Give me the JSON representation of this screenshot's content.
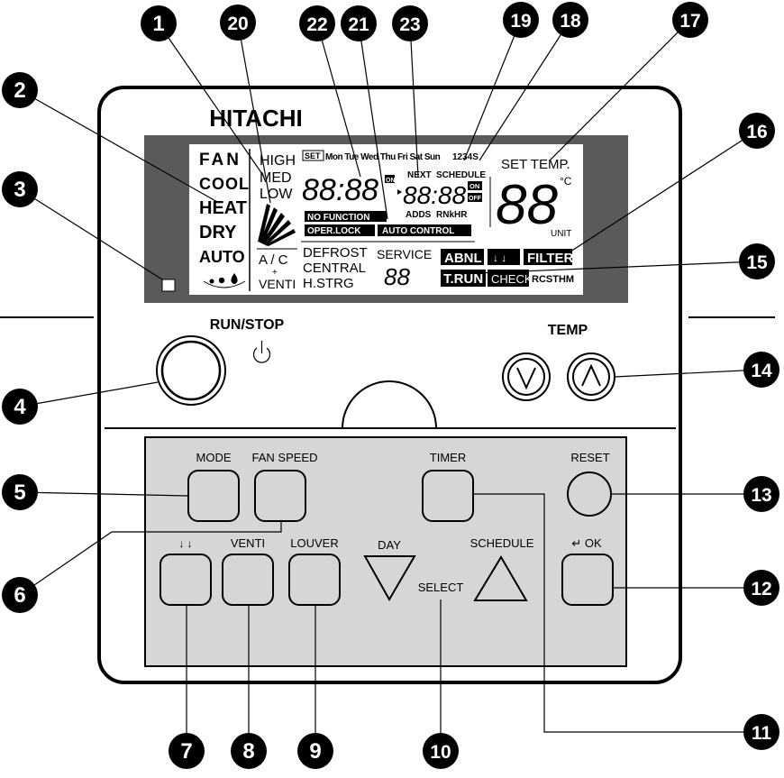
{
  "brand": "HITACHI",
  "run_stop_label": "RUN/STOP",
  "temp_label": "TEMP",
  "lcd": {
    "modes": [
      "FAN",
      "COOL",
      "HEAT",
      "DRY",
      "AUTO"
    ],
    "fan_speeds": [
      "HIGH",
      "MED",
      "LOW"
    ],
    "ac_label": "A / C",
    "plus": "+",
    "venti_label": "VENTI",
    "set_tag": "SET",
    "days": "Mon Tue Wed Thu Fri Sat Sun",
    "slots": "1234S",
    "clock_digits": "88:88",
    "on_tag": "ON",
    "next_label": "NEXT",
    "schedule_label": "SCHEDULE",
    "timer_digits": "88:88",
    "on_badge": "ON",
    "off_badge": "OFF",
    "adds_label": "ADDS",
    "rnkhr_label": "RNkHR",
    "no_function": "NO FUNCTION",
    "oper_lock": "OPER.LOCK",
    "auto_control": "AUTO CONTROL",
    "set_temp": "SET TEMP.",
    "temp_digits": "88",
    "celsius": "°C",
    "unit": "UNIT",
    "defrost": "DEFROST",
    "central": "CENTRAL",
    "hstrg": "H.STRG",
    "service": "SERVICE",
    "service_digits": "88",
    "abnl": "ABNL",
    "louver_arrows": "↓ ↓",
    "filter": "FILTER",
    "trun": "T.RUN",
    "check": "CHECK",
    "rcsthm": "RCSTHM"
  },
  "buttons": {
    "mode": "MODE",
    "fan_speed": "FAN SPEED",
    "timer": "TIMER",
    "reset": "RESET",
    "swing_arrows": "↓ ↓",
    "venti": "VENTI",
    "louver": "LOUVER",
    "day": "DAY",
    "schedule": "SCHEDULE",
    "select": "SELECT",
    "ok": "↵ OK"
  },
  "callouts": [
    "1",
    "2",
    "3",
    "4",
    "5",
    "6",
    "7",
    "8",
    "9",
    "10",
    "11",
    "12",
    "13",
    "14",
    "15",
    "16",
    "17",
    "18",
    "19",
    "20",
    "21",
    "22",
    "23"
  ]
}
